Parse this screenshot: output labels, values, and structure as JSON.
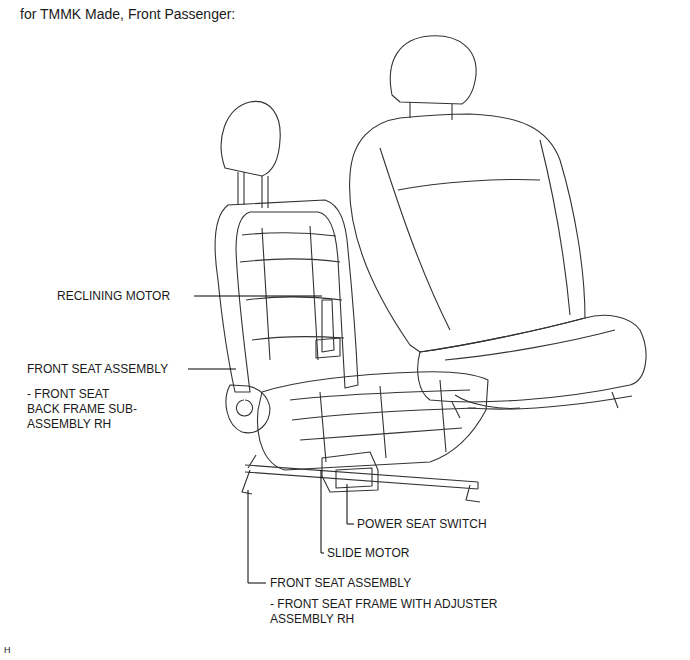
{
  "diagram": {
    "title": "for TMMK Made, Front Passenger:",
    "labels": [
      "RECLINING MOTOR",
      "FRONT SEAT ASSEMBLY",
      "- FRONT SEAT BACK FRAME SUB-ASSEMBLY RH",
      "POWER SEAT SWITCH",
      "SLIDE MOTOR",
      "FRONT SEAT ASSEMBLY",
      "- FRONT SEAT FRAME WITH ADJUSTER ASSEMBLY RH",
      "H"
    ]
  }
}
